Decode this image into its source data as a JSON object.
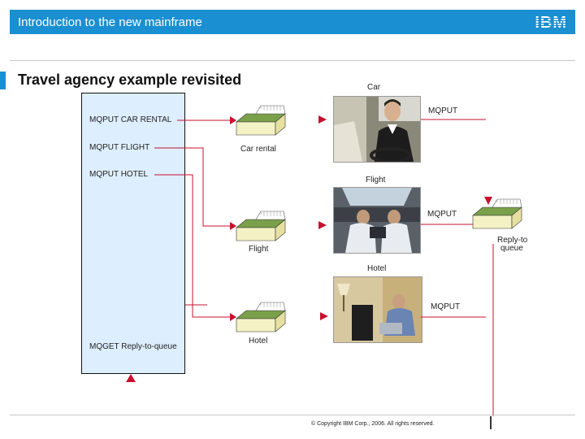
{
  "header": {
    "title": "Introduction to the new mainframe",
    "logo": "IBM"
  },
  "slide": {
    "title": "Travel agency example revisited"
  },
  "application": {
    "calls": [
      "MQPUT CAR RENTAL",
      "MQPUT FLIGHT",
      "MQPUT HOTEL"
    ],
    "get_call": "MQGET Reply-to-queue"
  },
  "queues": {
    "car_rental": "Car rental",
    "flight": "Flight",
    "hotel": "Hotel",
    "reply_to": [
      "Reply-to",
      "queue"
    ]
  },
  "services": [
    {
      "label": "Car",
      "put": "MQPUT"
    },
    {
      "label": "Flight",
      "put": "MQPUT"
    },
    {
      "label": "Hotel",
      "put": "MQPUT"
    }
  ],
  "footer": {
    "copyright": "© Copyright IBM Corp., 2006. All rights reserved."
  },
  "colors": {
    "header": "#1a8fd1",
    "panel": "#ddeefe",
    "arrow": "#c8102e",
    "queue_top": "#7aa14a"
  }
}
